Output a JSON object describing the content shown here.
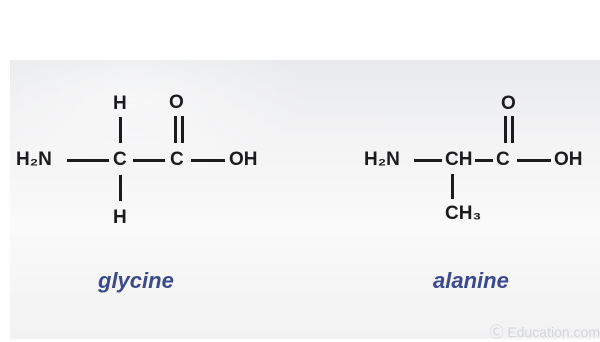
{
  "glycine": {
    "amino_group": "H₂N",
    "alpha_carbon": "C",
    "top_hydrogen": "H",
    "bottom_hydrogen": "H",
    "carboxyl_carbon": "C",
    "carbonyl_oxygen": "O",
    "hydroxyl": "OH",
    "name": "glycine"
  },
  "alanine": {
    "amino_group": "H₂N",
    "alpha_carbon_group": "CH",
    "carboxyl_carbon": "C",
    "carbonyl_oxygen": "O",
    "hydroxyl": "OH",
    "methyl_group": "CH₃",
    "name": "alanine"
  },
  "watermark": "Ⓒ Education.com"
}
